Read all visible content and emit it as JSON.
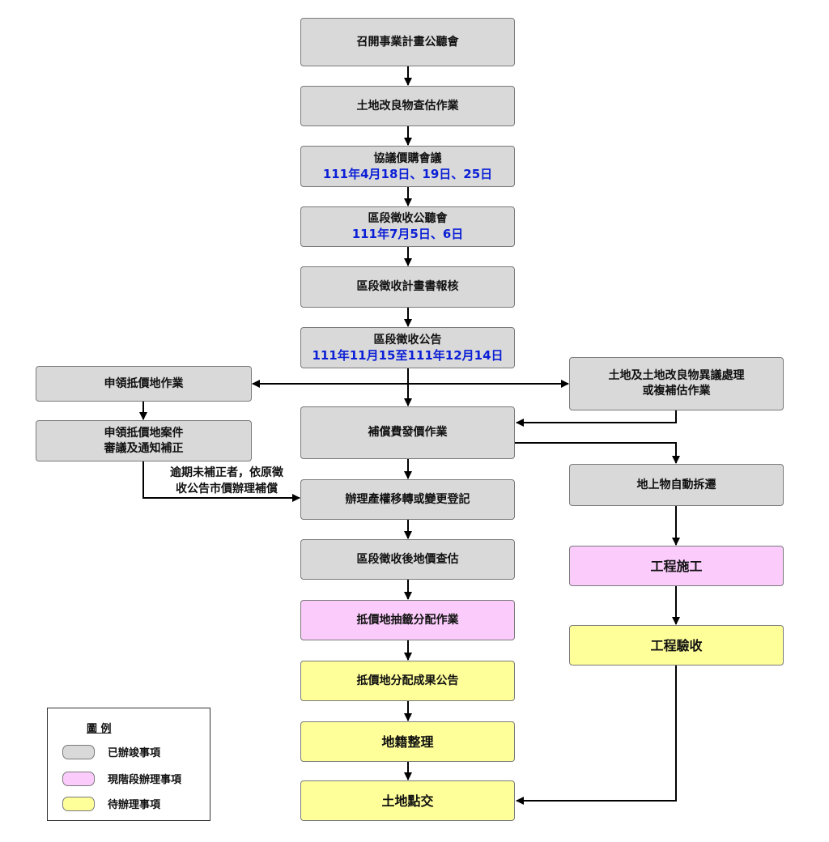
{
  "nodes": {
    "public_hearing": "召開事業計畫公聽會",
    "land_survey": "土地改良物查估作業",
    "negotiation": {
      "title": "協議價購會議",
      "date": "111年4月18日、19日、25日"
    },
    "zone_hearing": {
      "title": "區段徵收公聽會",
      "date": "111年7月5日、6日"
    },
    "plan_report": "區段徵收計畫書報核",
    "announcement": {
      "title": "區段徵收公告",
      "date": "111年11月15至111年12月14日"
    },
    "apply_land": "申領抵價地作業",
    "apply_review": {
      "line1": "申領抵價地案件",
      "line2": "審議及通知補正"
    },
    "objection": {
      "line1": "土地及土地改良物異議處理",
      "line2": "或複補估作業"
    },
    "compensation": "補償費發價作業",
    "relocation": "地上物自動拆遷",
    "registration": "辦理產權移轉或變更登記",
    "land_price": "區段徵收後地價查估",
    "lottery": "抵價地抽籤分配作業",
    "construction": "工程施工",
    "allocation_notice": "抵價地分配成果公告",
    "acceptance": "工程驗收",
    "cadastre": "地籍整理",
    "handover": "土地點交"
  },
  "note": {
    "line1": "逾期未補正者，依原徵",
    "line2": "收公告市價辦理補償"
  },
  "legend": {
    "title": "圖  例",
    "items": [
      {
        "label": "已辦竣事項",
        "color": "#d9d9d9"
      },
      {
        "label": "現階段辦理事項",
        "color": "#fbccfb"
      },
      {
        "label": "待辦理事項",
        "color": "#ffff99"
      }
    ]
  },
  "colors": {
    "done": "#d9d9d9",
    "current": "#fbccfb",
    "pending": "#ffff99",
    "date_text": "#0b1fd6"
  }
}
